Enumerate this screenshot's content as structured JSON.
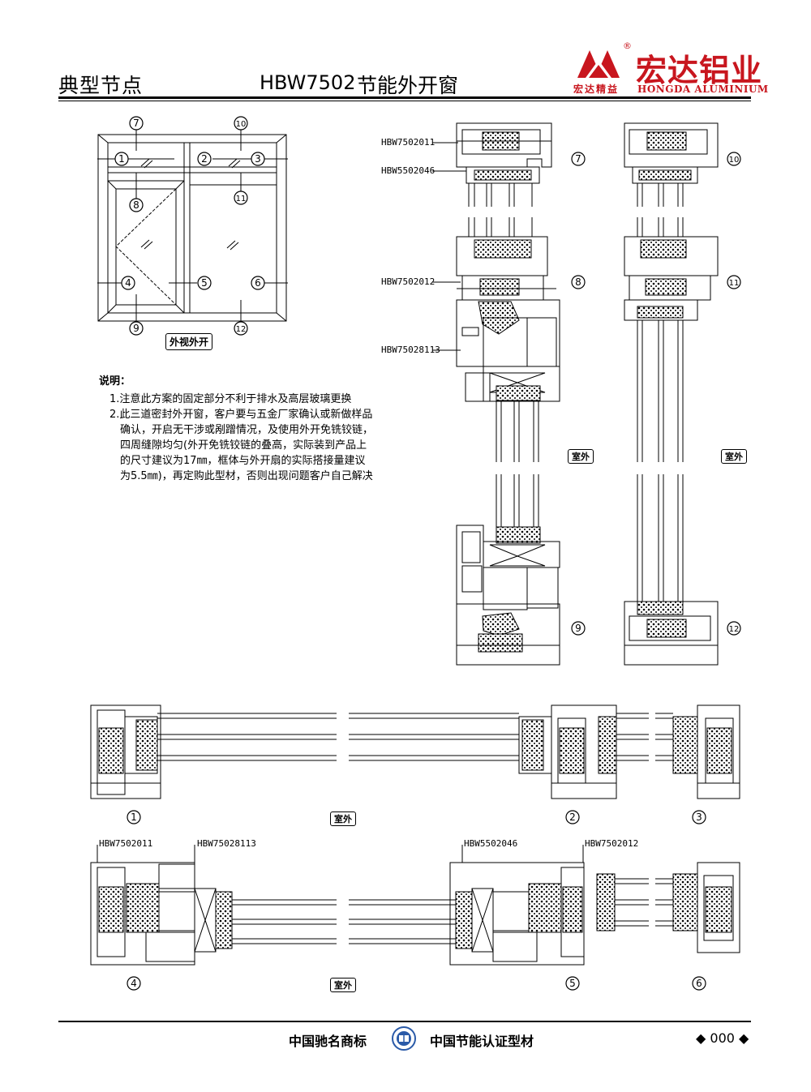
{
  "header": {
    "section": "典型节点",
    "model": "HBW7502",
    "product": "节能外开窗"
  },
  "brand": {
    "name_cn": "宏达铝业",
    "sub_cn": "宏达精益",
    "name_en": "HONGDA ALUMINIUM",
    "registered_mark": "®",
    "color": "#c8161e"
  },
  "elevation": {
    "view_label": "外视外开",
    "callouts": [
      "1",
      "2",
      "3",
      "4",
      "5",
      "6",
      "7",
      "8",
      "9",
      "10",
      "11",
      "12"
    ]
  },
  "notes": {
    "title": "说明：",
    "items": [
      "1.注意此方案的固定部分不利于排水及高层玻璃更换",
      "2.此三道密封外开窗，客户要与五金厂家确认或新做样品确认，开启无干涉或剐蹭情况，及使用外开免铣铰链，四周缝隙均匀(外开免铣铰链的叠高，实际装到产品上的尺寸建议为17㎜，框体与外开扇的实际搭接量建议为5.5㎜)，再定购此型材，否则出现问题客户自己解决"
    ]
  },
  "profiles": {
    "p1": "HBW7502011",
    "p2": "HBW5502046",
    "p3": "HBW7502012",
    "p4": "HBW75028113"
  },
  "exterior_label": "室外",
  "footer": {
    "left": "中国驰名商标",
    "right": "中国节能认证型材",
    "page": "◆ 000 ◆"
  }
}
